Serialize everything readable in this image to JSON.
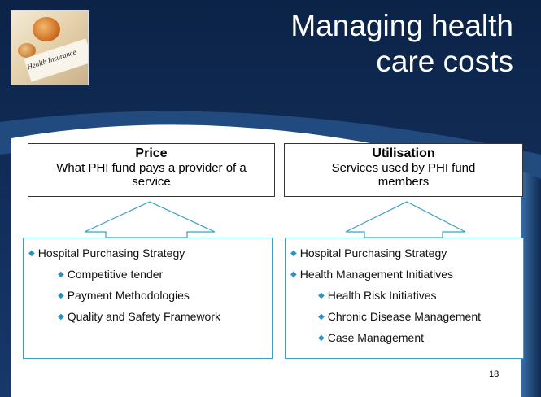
{
  "slide": {
    "title_line1": "Managing health",
    "title_line2": "care costs",
    "thumbnail_caption": "Health Insurance",
    "page_number": "18"
  },
  "left": {
    "heading": "Price",
    "subtitle": "What PHI fund pays a provider of a service",
    "items": [
      {
        "text": "Hospital Purchasing Strategy",
        "level": 1
      },
      {
        "text": "Competitive tender",
        "level": 2
      },
      {
        "text": "Payment Methodologies",
        "level": 2
      },
      {
        "text": "Quality and Safety Framework",
        "level": 2
      }
    ]
  },
  "right": {
    "heading": "Utilisation",
    "subtitle": "Services used by PHI fund members",
    "items": [
      {
        "text": "Hospital Purchasing Strategy",
        "level": 1
      },
      {
        "text": "Health Management Initiatives",
        "level": 1
      },
      {
        "text": "Health Risk Initiatives",
        "level": 2
      },
      {
        "text": "Chronic Disease Management",
        "level": 2
      },
      {
        "text": "Case Management",
        "level": 2
      }
    ]
  },
  "colors": {
    "navy": "#0f2a52",
    "accent": "#3aa0c6"
  }
}
